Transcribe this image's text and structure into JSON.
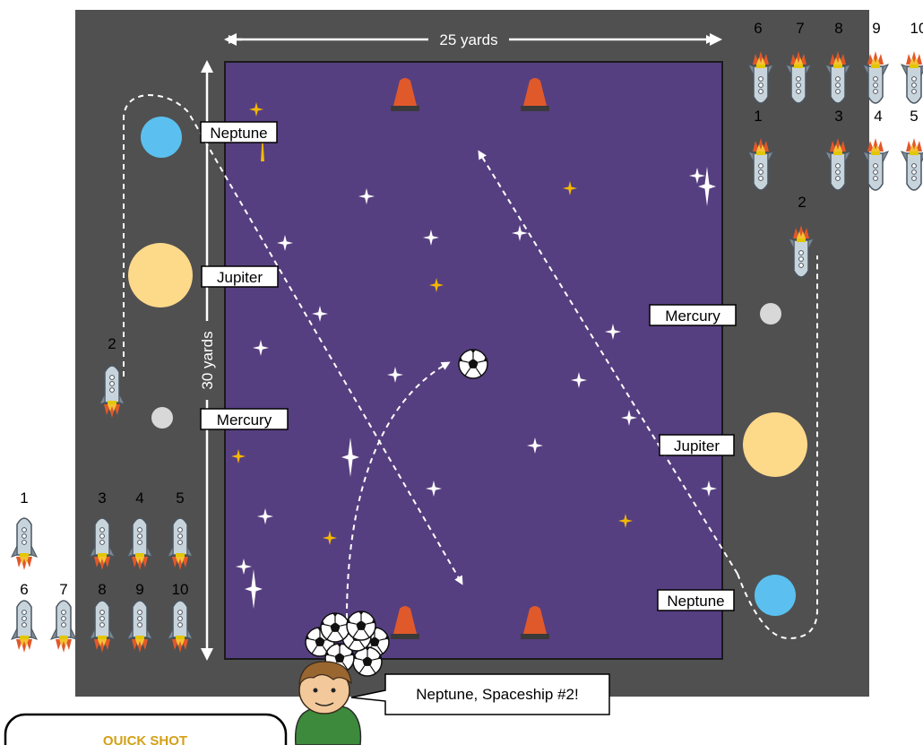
{
  "dimensions": {
    "width_label": "25 yards",
    "height_label": "30 yards"
  },
  "planets_left": {
    "neptune": "Neptune",
    "jupiter": "Jupiter",
    "mercury": "Mercury"
  },
  "planets_right": {
    "neptune": "Neptune",
    "jupiter": "Jupiter",
    "mercury": "Mercury"
  },
  "colors": {
    "field": "#563f80",
    "border": "#505050",
    "neptune": "#5bc0f0",
    "jupiter": "#fdd98a",
    "mercury": "#d8d8d8",
    "cone": "#e0592a"
  },
  "team_left": {
    "row_top": [
      "1",
      "3",
      "4",
      "5"
    ],
    "row_bottom": [
      "6",
      "7",
      "8",
      "9",
      "10"
    ],
    "active": "2"
  },
  "team_right": {
    "row_top": [
      "6",
      "7",
      "8",
      "9",
      "10"
    ],
    "row_mid": [
      "1",
      "3",
      "4",
      "5"
    ],
    "active": "2"
  },
  "speech": "Neptune, Spaceship #2!",
  "panel": {
    "title": "QUICK SHOT"
  },
  "icons": [
    "rocket-icon",
    "fire-icon",
    "soccer-ball-icon",
    "cone-icon",
    "star-icon",
    "coach-icon"
  ]
}
